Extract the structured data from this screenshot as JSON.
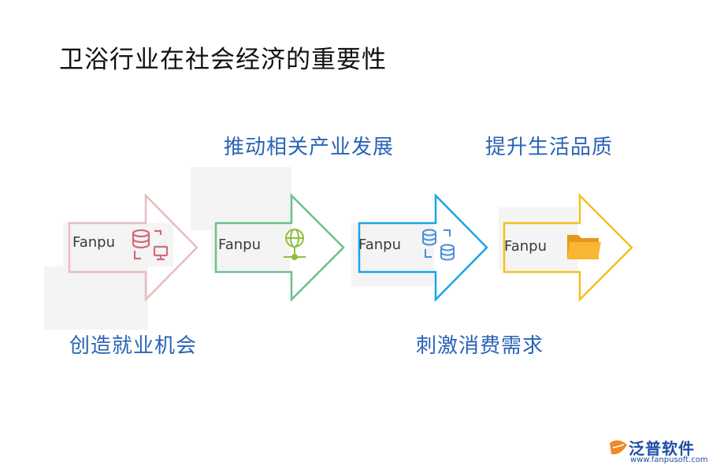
{
  "title": "卫浴行业在社会经济的重要性",
  "steps": [
    {
      "label": "创造就业机会",
      "tag": "Fanpu",
      "icon": "database-computer-icon",
      "color": "#e4b5b8",
      "icon_color": "#d46a78"
    },
    {
      "label": "推动相关产业发展",
      "tag": "Fanpu",
      "icon": "globe-network-icon",
      "color": "#6cbf8c",
      "icon_color": "#8dbf3e"
    },
    {
      "label": "刺激消费需求",
      "tag": "Fanpu",
      "icon": "database-sync-icon",
      "color": "#1aa5e6",
      "icon_color": "#4a8fd8"
    },
    {
      "label": "提升生活品质",
      "tag": "Fanpu",
      "icon": "folder-icon",
      "color": "#f3c21c",
      "icon_color": "#f5a623"
    }
  ],
  "logo": {
    "name": "泛普软件",
    "url": "www.fanpusoft.com"
  }
}
